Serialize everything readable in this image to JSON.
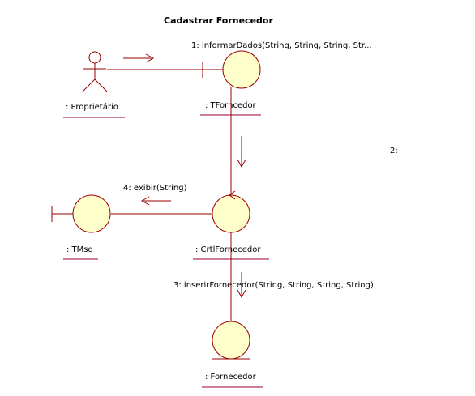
{
  "diagram": {
    "title": "Cadastrar Fornecedor",
    "colors": {
      "object_fill": "#FFFFCC",
      "stroke": "#990000",
      "underline": "#990033",
      "text": "#000000"
    },
    "actor": {
      "label": ": Proprietário"
    },
    "objects": {
      "tfornecedor": {
        "label": ": TForncedor",
        "kind": "boundary"
      },
      "tmsg": {
        "label": ": TMsg",
        "kind": "boundary"
      },
      "crtl": {
        "label": ": CrtlFornecedor",
        "kind": "control"
      },
      "fornecedor": {
        "label": ": Fornecedor",
        "kind": "entity"
      }
    },
    "messages": {
      "m1": "1: informarDados(String, String, String, Str...",
      "m2": "2:",
      "m3": "3: inserirFornecedor(String, String, String, String)",
      "m4": "4: exibir(String)"
    }
  }
}
